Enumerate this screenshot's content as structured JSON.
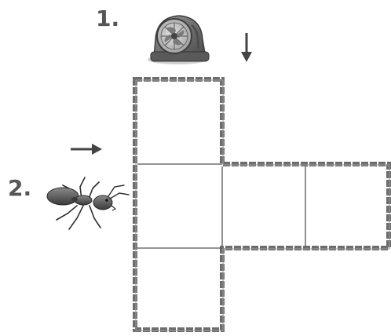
{
  "steps": [
    {
      "label": "1.",
      "item": "fan",
      "direction": "down"
    },
    {
      "label": "2.",
      "item": "ant",
      "direction": "right"
    }
  ],
  "maze": {
    "shape": "T-shape",
    "rows": [
      [
        "cell",
        "empty",
        "empty"
      ],
      [
        "cell",
        "cell",
        "cell"
      ],
      [
        "cell",
        "empty",
        "empty"
      ]
    ]
  },
  "colors": {
    "wall": "#6d6d6d",
    "divider": "#555555",
    "label": "#555555",
    "arrow": "#444444",
    "fan_body": "#6f6f6f",
    "ant_body": "#4a4a4a"
  },
  "icons": {
    "fan": "fan-icon",
    "ant": "ant-icon",
    "arrow_down": "arrow-down-icon",
    "arrow_right": "arrow-right-icon"
  }
}
